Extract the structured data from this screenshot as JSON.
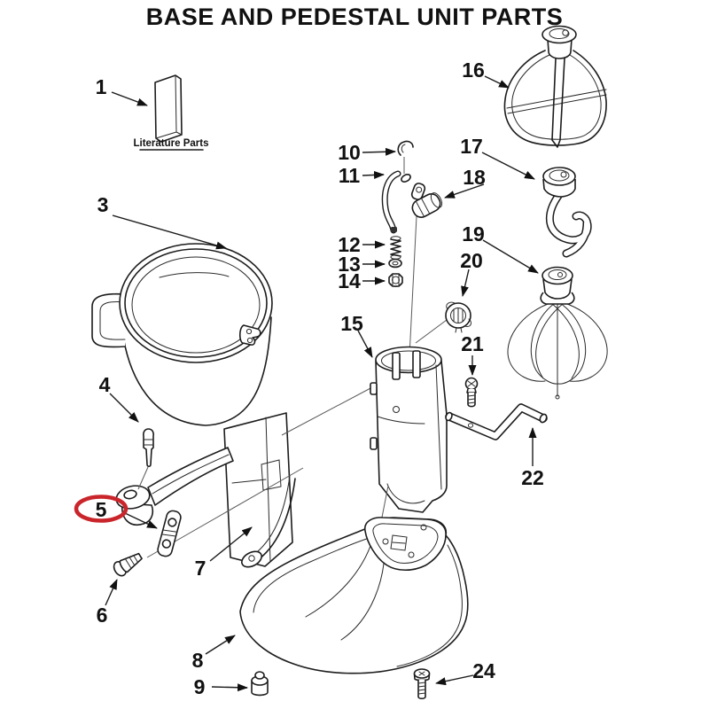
{
  "title": "BASE AND PEDESTAL UNIT PARTS",
  "literature_caption": "Literature Parts",
  "highlight": {
    "part": "5",
    "color": "#c9252b"
  },
  "callouts": {
    "p1": "1",
    "p3": "3",
    "p4": "4",
    "p5": "5",
    "p6": "6",
    "p7": "7",
    "p8": "8",
    "p9": "9",
    "p10": "10",
    "p11": "11",
    "p12": "12",
    "p13": "13",
    "p14": "14",
    "p15": "15",
    "p16": "16",
    "p17": "17",
    "p18": "18",
    "p19": "19",
    "p20": "20",
    "p21": "21",
    "p22": "22",
    "p24": "24"
  }
}
